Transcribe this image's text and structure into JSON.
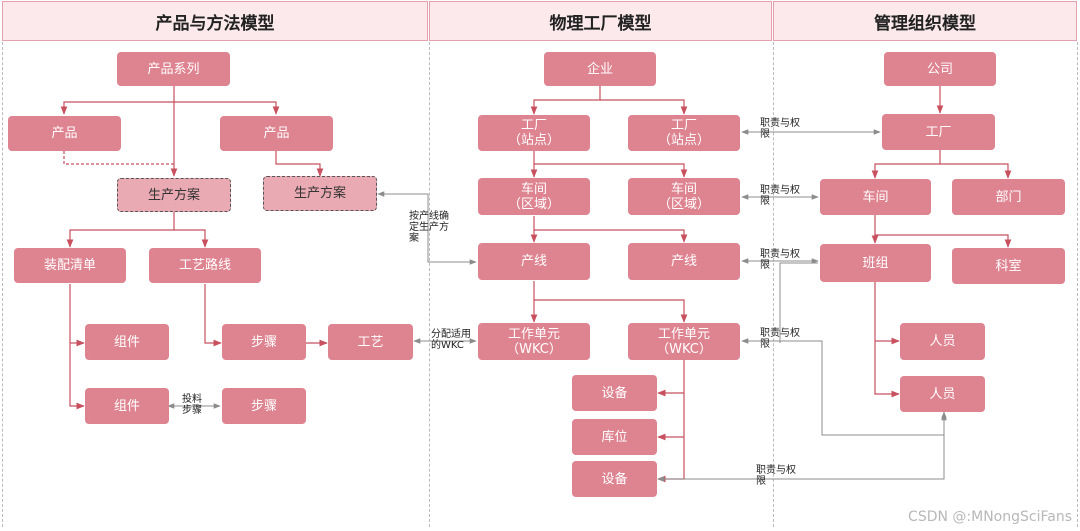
{
  "headers": {
    "product": "产品与方法模型",
    "physical": "物理工厂模型",
    "org": "管理组织模型"
  },
  "nodes": {
    "product_family": "产品系列",
    "product_a": "产品",
    "product_b": "产品",
    "plan_a": "生产方案",
    "plan_b": "生产方案",
    "bom": "装配清单",
    "route": "工艺路线",
    "component_a": "组件",
    "component_b": "组件",
    "step_a": "步骤",
    "step_b": "步骤",
    "process": "工艺",
    "enterprise": "企业",
    "factory_a": [
      "工厂",
      "（站点）"
    ],
    "factory_b": [
      "工厂",
      "（站点）"
    ],
    "workshop_a": [
      "车间",
      "（区域）"
    ],
    "workshop_b": [
      "车间",
      "（区域）"
    ],
    "line_a": "产线",
    "line_b": "产线",
    "wkc_a": [
      "工作单元",
      "（WKC）"
    ],
    "wkc_b": [
      "工作单元",
      "（WKC）"
    ],
    "equipment_a": "设备",
    "storage": "库位",
    "equipment_b": "设备",
    "company": "公司",
    "org_factory": "工厂",
    "org_workshop": "车间",
    "department": "部门",
    "team": "班组",
    "section": "科室",
    "person_a": "人员",
    "person_b": "人员"
  },
  "labels": {
    "duty_1": [
      "职责与权",
      "限"
    ],
    "duty_2": [
      "职责与权",
      "限"
    ],
    "duty_3": [
      "职责与权",
      "限"
    ],
    "duty_4": [
      "职责与权",
      "限"
    ],
    "duty_5": [
      "职责与权",
      "限"
    ],
    "by_line": [
      "按产线确",
      "定生产方",
      "案"
    ],
    "assign_wkc": [
      "分配适用",
      "的WKC"
    ],
    "feed_step": [
      "投料",
      "步骤"
    ]
  },
  "watermark": "CSDN @:MNongSciFans",
  "colors": {
    "node": "#de8390",
    "node_dashed": "#e9aab3",
    "line_red": "#c8505f",
    "line_gray": "#8c8c8c",
    "header_bg": "#fbe9ec"
  }
}
